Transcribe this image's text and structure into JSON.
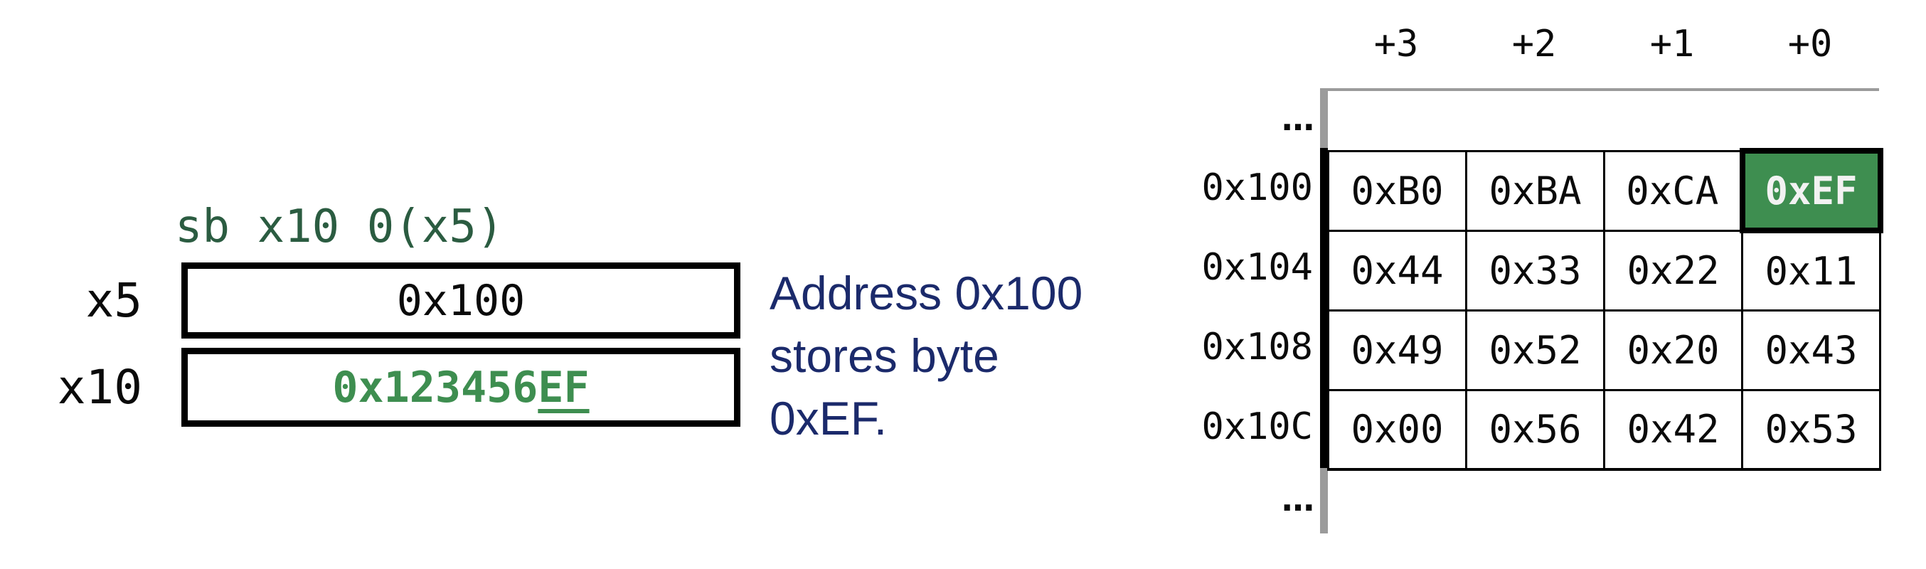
{
  "instruction": {
    "code": "sb x10 0(x5)"
  },
  "registers": [
    {
      "name": "x5",
      "value": "0x100"
    },
    {
      "name": "x10",
      "value_prefix": "0x123456",
      "value_highlight": "EF"
    }
  ],
  "caption": {
    "lines": [
      "Address 0x100",
      "stores byte",
      "0xEF."
    ]
  },
  "memory": {
    "col_headers": [
      "+3",
      "+2",
      "+1",
      "+0"
    ],
    "ellipsis_top": "…",
    "ellipsis_bottom": "…",
    "rows": [
      {
        "address": "0x100",
        "cells": [
          "0xB0",
          "0xBA",
          "0xCA",
          "0xEF"
        ],
        "highlight_col": 3
      },
      {
        "address": "0x104",
        "cells": [
          "0x44",
          "0x33",
          "0x22",
          "0x11"
        ]
      },
      {
        "address": "0x108",
        "cells": [
          "0x49",
          "0x52",
          "0x20",
          "0x43"
        ]
      },
      {
        "address": "0x10C",
        "cells": [
          "0x00",
          "0x56",
          "0x42",
          "0x53"
        ]
      }
    ]
  },
  "colors": {
    "code_green": "#2B5C41",
    "value_green": "#3E8E50",
    "highlight_cell_bg": "#3E8E50",
    "highlight_cell_text": "#F2F2F2",
    "caption_blue": "#1B2A6B",
    "grid_gray": "#9B9B9B"
  }
}
